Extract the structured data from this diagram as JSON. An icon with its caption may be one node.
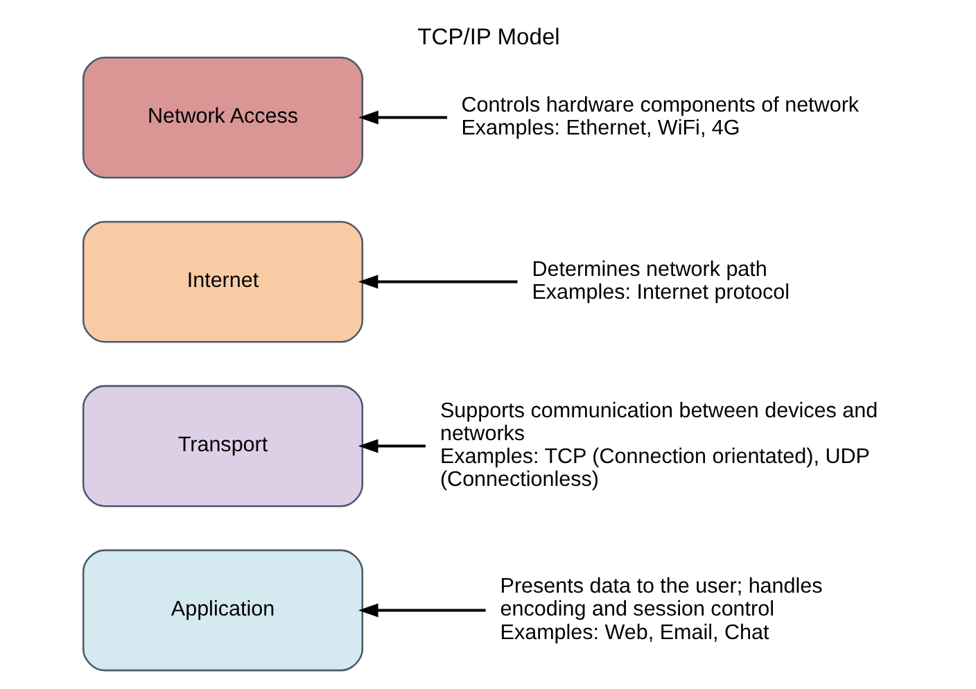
{
  "diagram": {
    "title": "TCP/IP Model",
    "nodes": [
      {
        "text": [
          "Application"
        ]
      },
      {
        "text": [
          "Transport"
        ]
      },
      {
        "text": [
          "Internet"
        ]
      },
      {
        "text": [
          "Network Access"
        ]
      },
      {
        "text": [
          "Presents data to the user; handles encoding and session control",
          "Examples: Web, Email, Chat"
        ]
      },
      {
        "text": [
          "Supports communication between devices and networks",
          "Examples: TCP (Connection orientated), UDP (Connectionless)"
        ]
      },
      {
        "text": [
          "Determines network path",
          "Examples: Internet protocol"
        ]
      },
      {
        "text": [
          "Controls hardware components of network",
          "Examples: Ethernet, WiFi, 4G"
        ]
      }
    ],
    "edges": [
      {
        "from": 4,
        "to": 0,
        "arrow": "to"
      },
      {
        "from": 5,
        "to": 1,
        "arrow": "to"
      },
      {
        "from": 6,
        "to": 2,
        "arrow": "to"
      },
      {
        "from": 7,
        "to": 3,
        "arrow": "to"
      }
    ]
  }
}
